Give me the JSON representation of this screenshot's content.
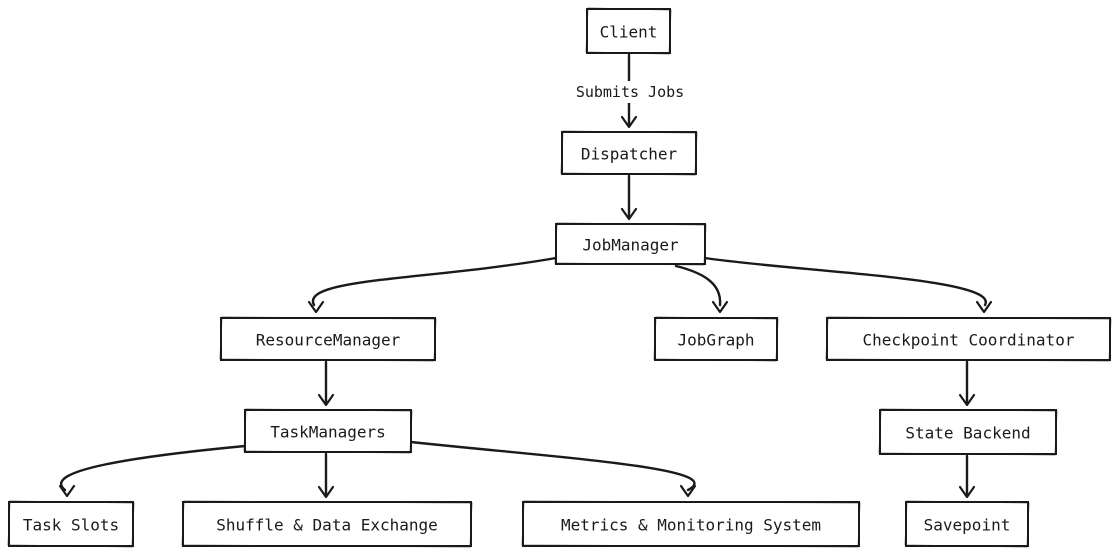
{
  "nodes": {
    "client": "Client",
    "dispatcher": "Dispatcher",
    "jobmanager": "JobManager",
    "resourcemanager": "ResourceManager",
    "jobgraph": "JobGraph",
    "checkpoint": "Checkpoint Coordinator",
    "taskmanagers": "TaskManagers",
    "statebackend": "State Backend",
    "taskslots": "Task Slots",
    "shuffle": "Shuffle & Data Exchange",
    "metrics": "Metrics & Monitoring System",
    "savepoint": "Savepoint"
  },
  "edges": [
    {
      "from": "client",
      "to": "dispatcher",
      "label": "Submits Jobs"
    },
    {
      "from": "dispatcher",
      "to": "jobmanager"
    },
    {
      "from": "jobmanager",
      "to": "resourcemanager"
    },
    {
      "from": "jobmanager",
      "to": "jobgraph"
    },
    {
      "from": "jobmanager",
      "to": "checkpoint"
    },
    {
      "from": "resourcemanager",
      "to": "taskmanagers"
    },
    {
      "from": "taskmanagers",
      "to": "taskslots"
    },
    {
      "from": "taskmanagers",
      "to": "shuffle"
    },
    {
      "from": "taskmanagers",
      "to": "metrics"
    },
    {
      "from": "checkpoint",
      "to": "statebackend"
    },
    {
      "from": "statebackend",
      "to": "savepoint"
    }
  ]
}
